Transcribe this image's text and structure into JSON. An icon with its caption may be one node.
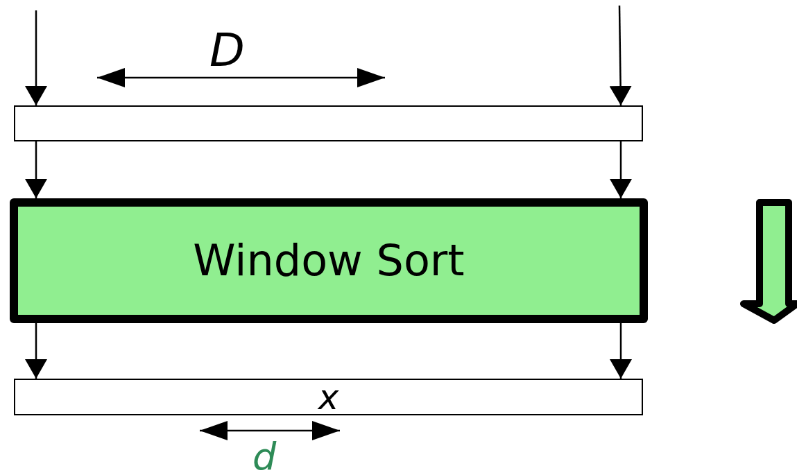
{
  "diagram": {
    "nodes": [
      {
        "text": [],
        "shape": "bar"
      },
      {
        "text": [
          "Window Sort"
        ]
      },
      {
        "text": [
          "x"
        ]
      }
    ],
    "edges": [
      {
        "from": null,
        "to": 0,
        "arrow": "to"
      },
      {
        "from": null,
        "to": 0,
        "arrow": "to"
      },
      {
        "from": 0,
        "to": 1,
        "arrow": "to"
      },
      {
        "from": 0,
        "to": 1,
        "arrow": "to"
      },
      {
        "from": 1,
        "to": 2,
        "arrow": "to"
      },
      {
        "from": 1,
        "to": 2,
        "arrow": "to"
      }
    ],
    "labels": [
      "D",
      "d"
    ]
  }
}
